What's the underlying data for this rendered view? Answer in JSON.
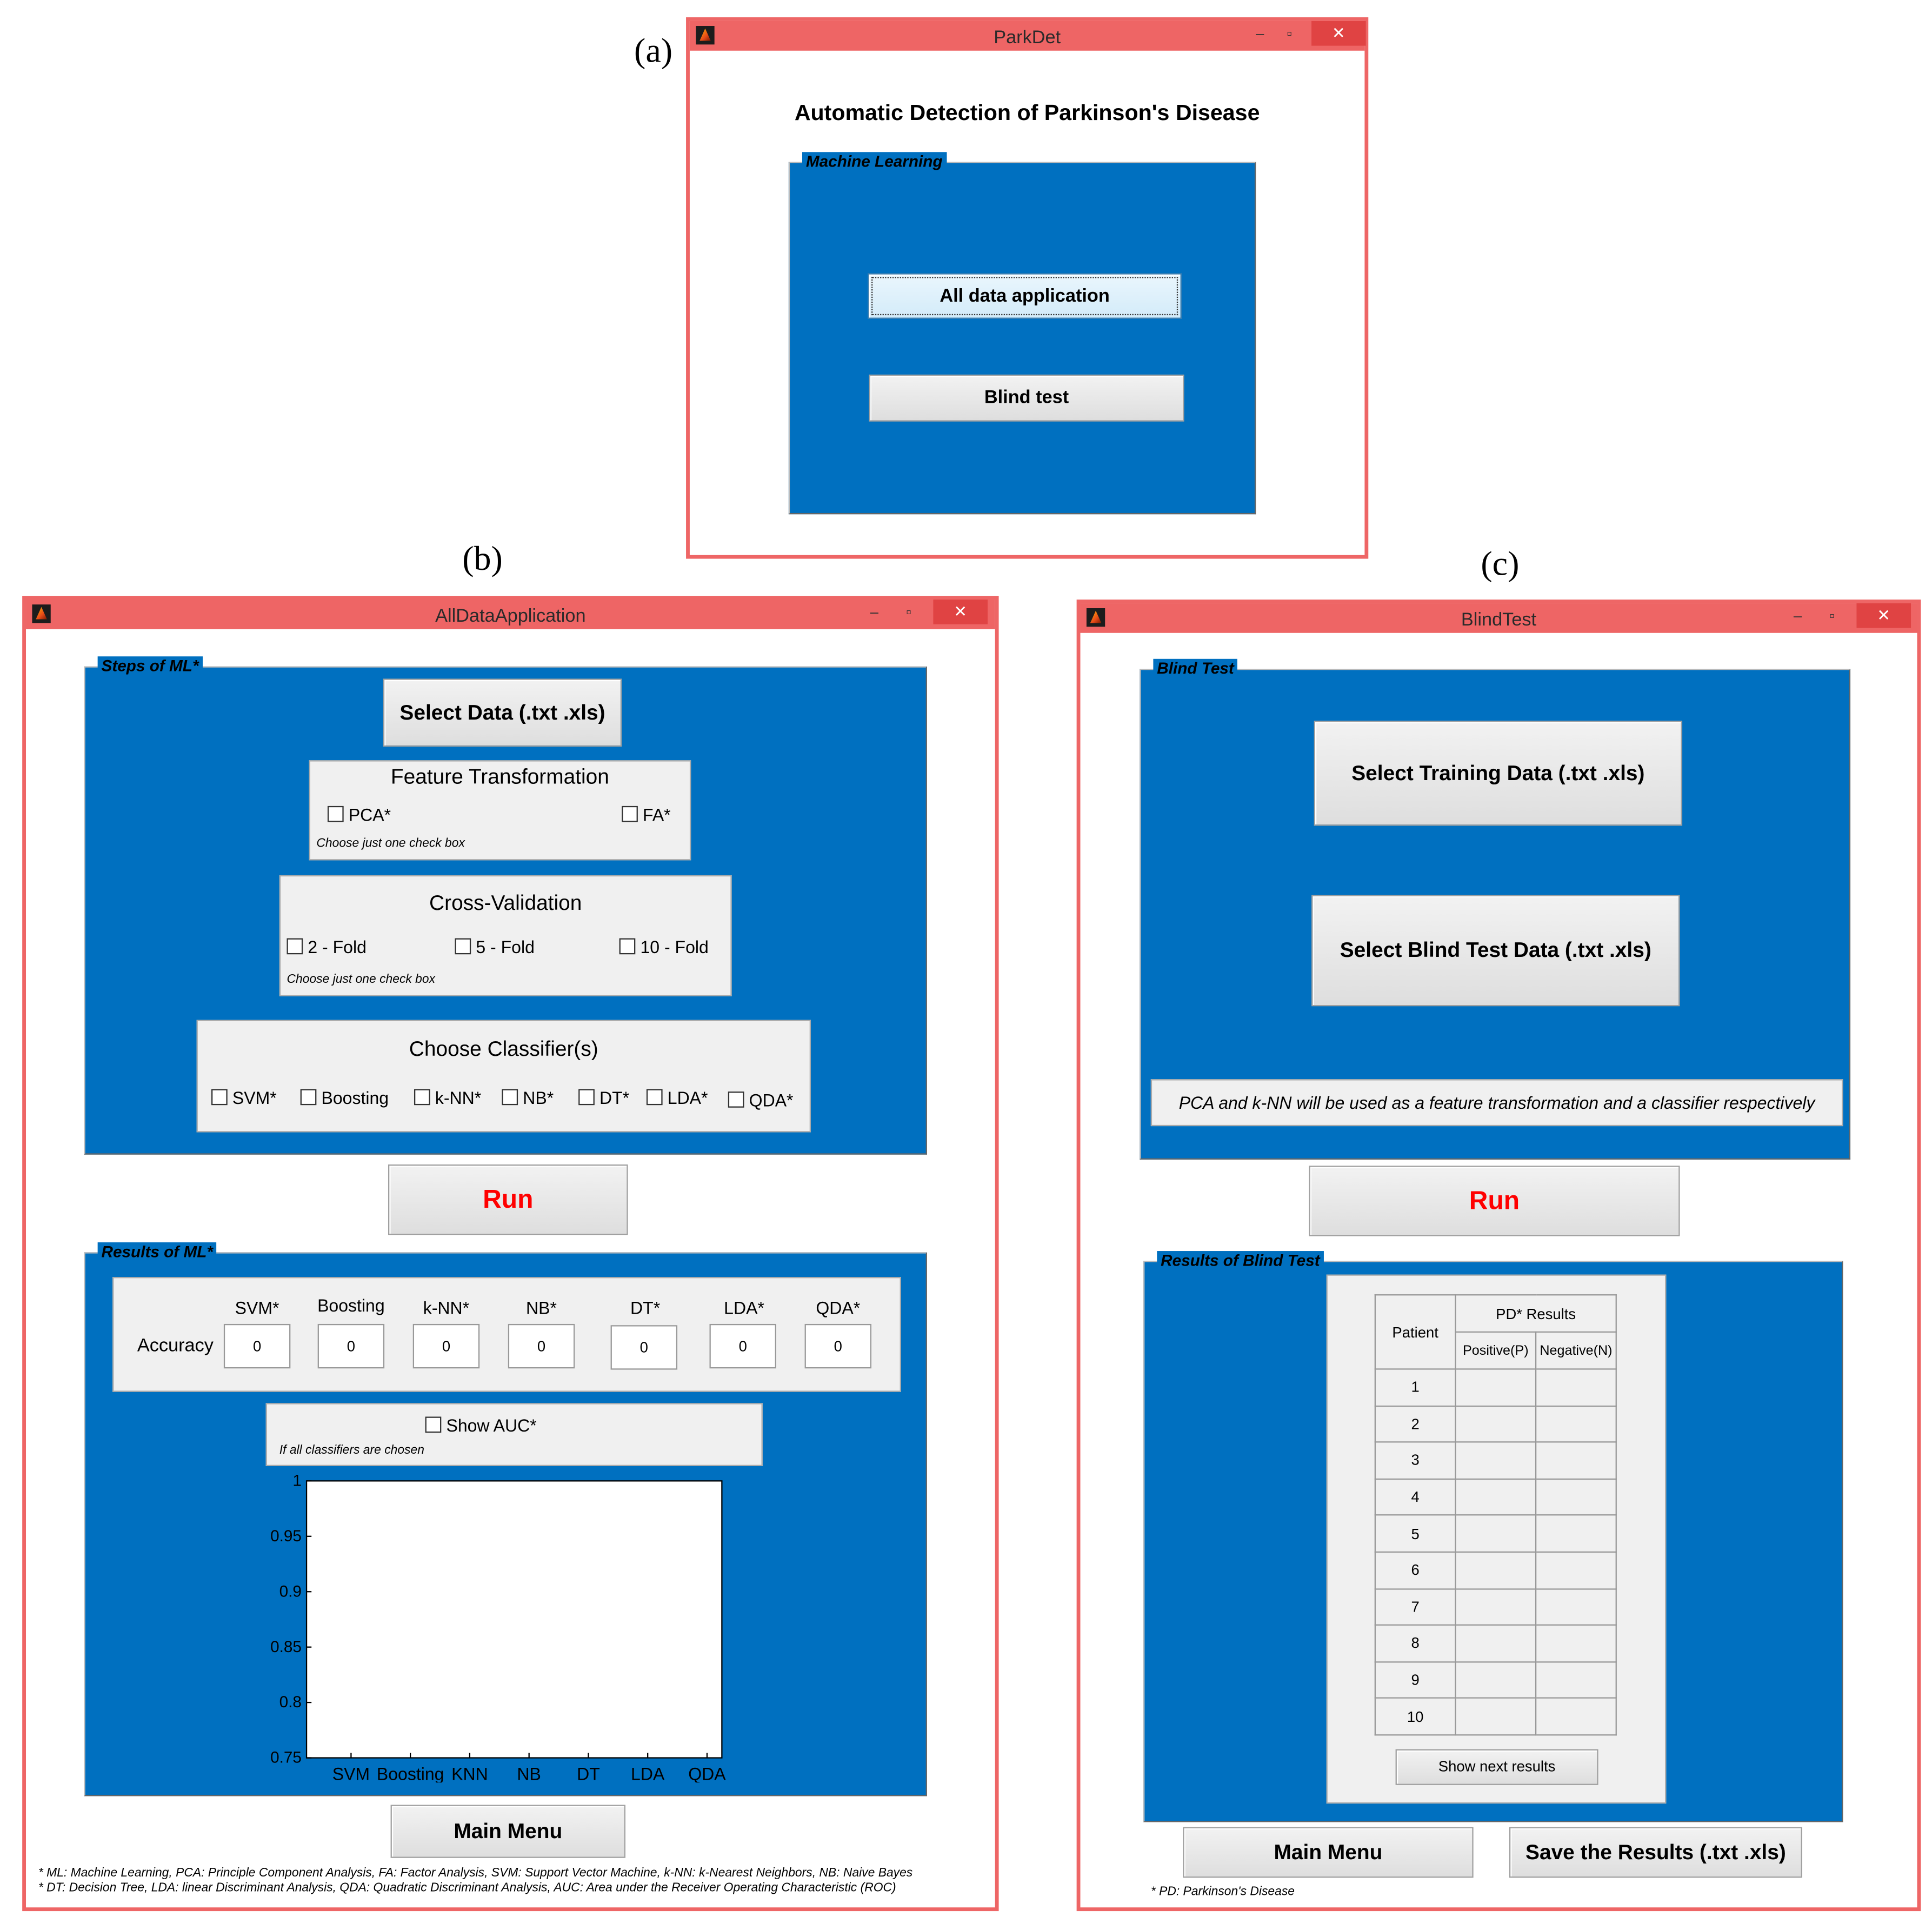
{
  "labels": {
    "a": "(a)",
    "b": "(b)",
    "c": "(c)"
  },
  "win_a": {
    "title": "ParkDet",
    "heading": "Automatic Detection of Parkinson's Disease",
    "panel_title": "Machine Learning",
    "btn_all": "All data application",
    "btn_blind": "Blind test"
  },
  "win_b": {
    "title": "AllDataApplication",
    "steps_title": "Steps of ML*",
    "select_data": "Select Data (.txt .xls)",
    "ft_title": "Feature Transformation",
    "ft_pca": "PCA*",
    "ft_fa": "FA*",
    "ft_note": "Choose just one check box",
    "cv_title": "Cross-Validation",
    "cv_2": "2 - Fold",
    "cv_5": "5 - Fold",
    "cv_10": "10 - Fold",
    "cv_note": "Choose just one check box",
    "cl_title": "Choose Classifier(s)",
    "classifiers": [
      "SVM*",
      "Boosting",
      "k-NN*",
      "NB*",
      "DT*",
      "LDA*",
      "QDA*"
    ],
    "run": "Run",
    "results_title": "Results of ML*",
    "accuracy_label": "Accuracy",
    "acc_headers": [
      "SVM*",
      "Boosting",
      "k-NN*",
      "NB*",
      "DT*",
      "LDA*",
      "QDA*"
    ],
    "acc_values": [
      "0",
      "0",
      "0",
      "0",
      "0",
      "0",
      "0"
    ],
    "show_auc": "Show AUC*",
    "auc_note": "If all classifiers are chosen",
    "main_menu": "Main Menu",
    "foot1": "* ML: Machine Learning, PCA: Principle Component Analysis, FA: Factor Analysis, SVM: Support Vector Machine, k-NN: k-Nearest Neighbors, NB: Naive Bayes",
    "foot2": "* DT: Decision Tree, LDA: linear Discriminant Analysis, QDA: Quadratic Discriminant Analysis, AUC: Area under the Receiver Operating Characteristic (ROC)"
  },
  "chart_data": {
    "type": "bar",
    "categories": [
      "SVM",
      "Boosting",
      "KNN",
      "NB",
      "DT",
      "LDA",
      "QDA"
    ],
    "values": [],
    "yticks": [
      "0.75",
      "0.8",
      "0.85",
      "0.9",
      "0.95",
      "1"
    ],
    "ylim": [
      0.75,
      1
    ]
  },
  "win_c": {
    "title": "BlindTest",
    "panel_title": "Blind Test",
    "select_training": "Select Training Data (.txt .xls)",
    "select_blind": "Select Blind Test Data (.txt .xls)",
    "info": "PCA and k-NN will be used as a feature transformation and a classifier respectively",
    "run": "Run",
    "results_title": "Results of Blind Test",
    "col_patient": "Patient",
    "col_pd": "PD* Results",
    "col_pos": "Positive(P)",
    "col_neg": "Negative(N)",
    "patients": [
      "1",
      "2",
      "3",
      "4",
      "5",
      "6",
      "7",
      "8",
      "9",
      "10"
    ],
    "show_next": "Show next results",
    "main_menu": "Main Menu",
    "save": "Save the Results (.txt .xls)",
    "foot": "* PD: Parkinson's Disease"
  },
  "colors": {
    "panel": "#0070c0",
    "frame": "#ee6666",
    "run": "#ff0000"
  }
}
